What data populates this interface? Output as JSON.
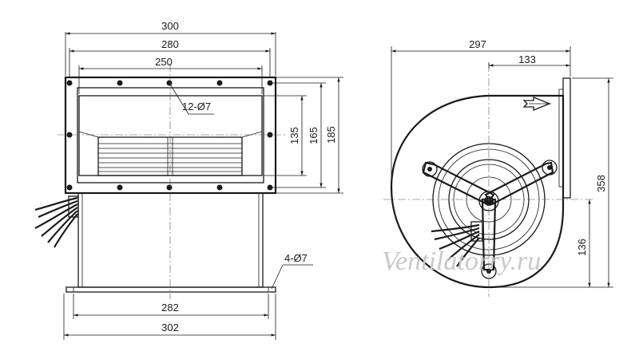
{
  "drawing": {
    "front_view": {
      "dims": {
        "overall_width": "300",
        "flange_hole_span": "280",
        "outlet_width": "250",
        "holes_note": "12-Ø7",
        "outlet_height": "135",
        "hole_height_span": "165",
        "flange_height": "185",
        "base_hole_span": "282",
        "base_width": "302",
        "base_holes_note": "4-Ø7"
      }
    },
    "side_view": {
      "dims": {
        "overall_depth": "297",
        "flange_to_center": "133",
        "overall_height": "358",
        "center_height": "136"
      }
    },
    "watermark": "Ventilatorry.ru"
  }
}
